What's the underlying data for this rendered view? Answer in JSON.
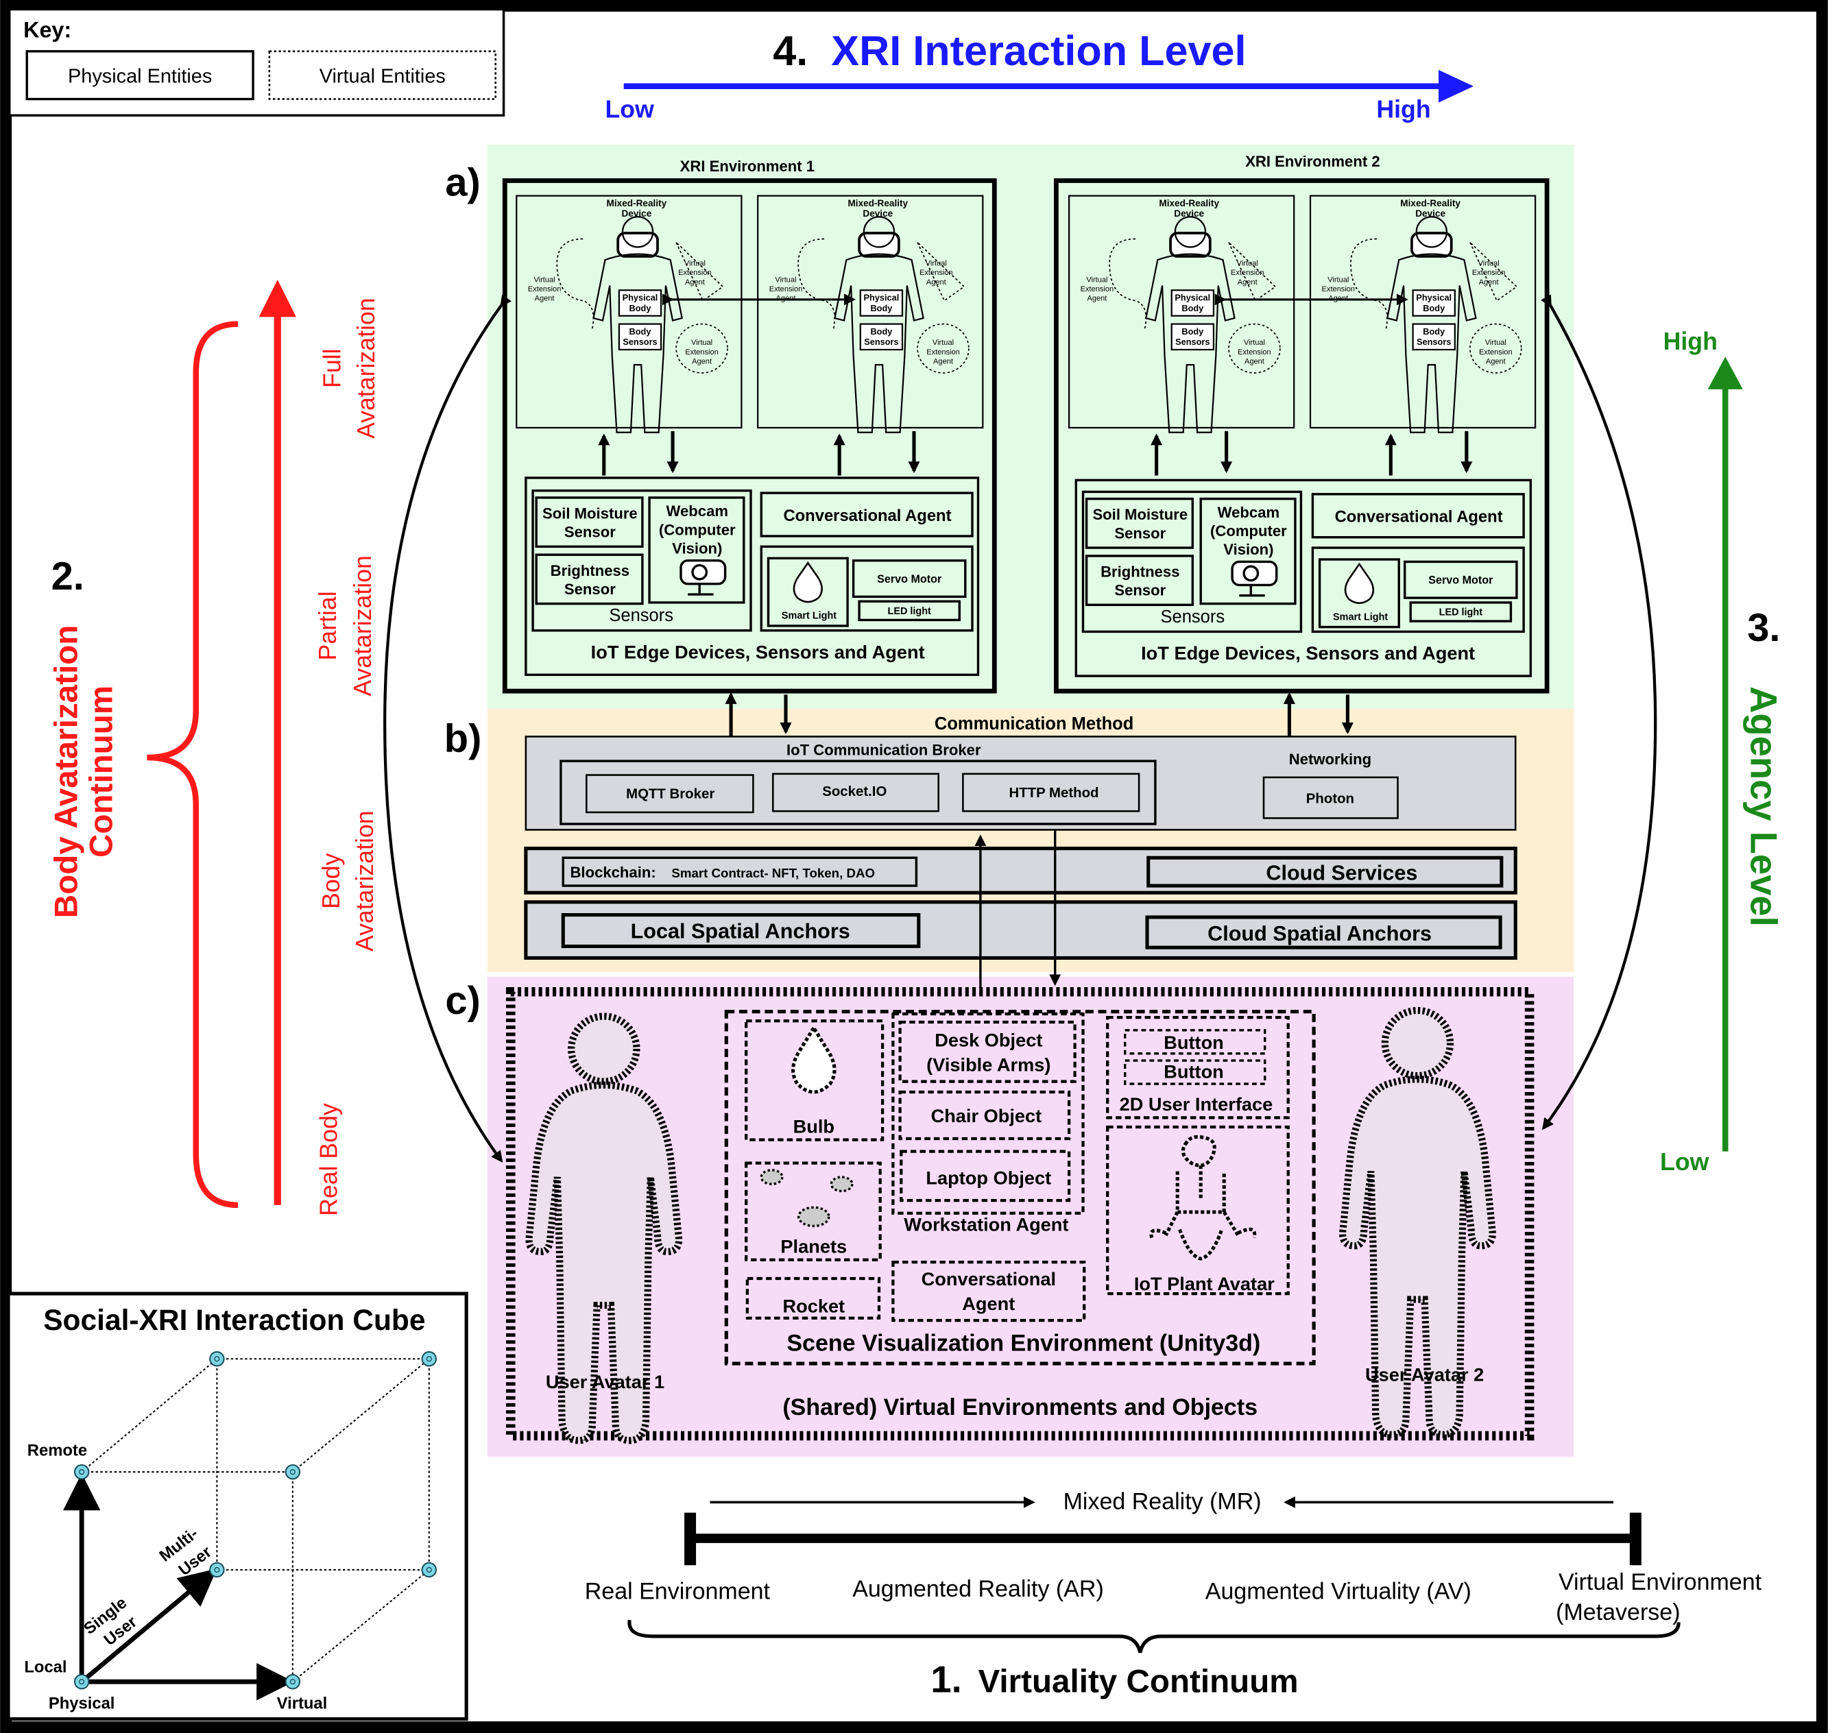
{
  "key": {
    "title": "Key:",
    "physical": "Physical Entities",
    "virtual": "Virtual Entities"
  },
  "interaction_level": {
    "number": "4.",
    "title": "XRI Interaction Level",
    "low": "Low",
    "high": "High"
  },
  "body_avatarization": {
    "number": "2.",
    "title_line1": "Body Avatarization",
    "title_line2": "Continuum",
    "levels": [
      {
        "line1": "Full",
        "line2": "Avatarization"
      },
      {
        "line1": "Partial",
        "line2": "Avatarization"
      },
      {
        "line1": "Body",
        "line2": "Avatarization"
      },
      {
        "line1": "Real Body",
        "line2": ""
      }
    ]
  },
  "agency": {
    "number": "3.",
    "title": "Agency Level",
    "high": "High",
    "low": "Low"
  },
  "sections": {
    "a": "a)",
    "b": "b)",
    "c": "c)"
  },
  "environments": [
    {
      "title": "XRI Environment 1"
    },
    {
      "title": "XRI Environment 2"
    }
  ],
  "user_panel": {
    "device_line1": "Mixed-Reality",
    "device_line2": "Device",
    "extension_lines": [
      "Virtual",
      "Extension",
      "Agent"
    ],
    "physical_body_lines": [
      "Physical",
      "Body"
    ],
    "body_sensors_lines": [
      "Body",
      "Sensors"
    ]
  },
  "iot": {
    "soil_moisture_lines": [
      "Soil Moisture",
      "Sensor"
    ],
    "brightness_lines": [
      "Brightness",
      "Sensor"
    ],
    "webcam_lines": [
      "Webcam",
      "(Computer",
      "Vision)"
    ],
    "sensors": "Sensors",
    "conversational_agent": "Conversational Agent",
    "smart_light": "Smart Light",
    "servo_motor": "Servo Motor",
    "led_light": "LED light",
    "footer": "IoT Edge Devices, Sensors and Agent"
  },
  "communication": {
    "title": "Communication Method",
    "broker_title": "IoT Communication Broker",
    "brokers": [
      "MQTT Broker",
      "Socket.IO",
      "HTTP Method"
    ],
    "networking": "Networking",
    "photon": "Photon",
    "blockchain_label": "Blockchain:",
    "blockchain_detail": "Smart Contract- NFT, Token, DAO",
    "cloud_services": "Cloud Services",
    "local_anchors": "Local Spatial Anchors",
    "cloud_anchors": "Cloud Spatial Anchors"
  },
  "virtual_env": {
    "bulb": "Bulb",
    "planets": "Planets",
    "rocket": "Rocket",
    "desk_line1": "Desk Object",
    "desk_line2": "(Visible Arms)",
    "chair": "Chair Object",
    "laptop": "Laptop Object",
    "workstation": "Workstation Agent",
    "conv_line1": "Conversational",
    "conv_line2": "Agent",
    "button1": "Button",
    "button2": "Button",
    "ui2d": "2D User Interface",
    "plant": "IoT Plant Avatar",
    "scene": "Scene Visualization Environment (Unity3d)",
    "shared": "(Shared) Virtual  Environments and Objects",
    "avatar1": "User Avatar 1",
    "avatar2": "User Avatar 2"
  },
  "virtuality": {
    "mixed_reality": "Mixed Reality (MR)",
    "real_env": "Real Environment",
    "ar": "Augmented Reality (AR)",
    "av": "Augmented Virtuality (AV)",
    "virtual_env_line1": "Virtual Environment",
    "virtual_env_line2": "(Metaverse)",
    "number": "1.",
    "title": "Virtuality Continuum"
  },
  "cube": {
    "title": "Social-XRI Interaction Cube",
    "remote": "Remote",
    "local": "Local",
    "physical": "Physical",
    "virtual": "Virtual",
    "multi_user_line1": "Multi-",
    "multi_user_line2": "User",
    "single_user_line1": "Single",
    "single_user_line2": "User"
  },
  "colors": {
    "blue": "#1a1aff",
    "red": "#ff1a1a",
    "green": "#1b8a1b",
    "green_bg": "#e2fbe4",
    "orange_bg": "#fdefd2",
    "pink_bg": "#f7dcf7",
    "gray_box": "#d6d8de",
    "cube_node": "#7fd6e6"
  }
}
